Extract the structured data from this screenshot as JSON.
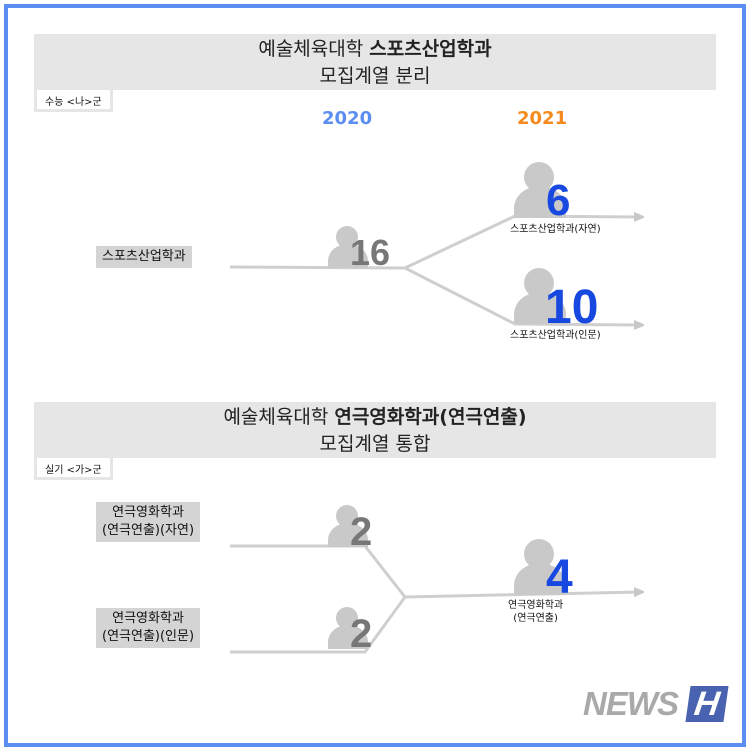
{
  "section1": {
    "title_prefix": "예술체육대학 ",
    "title_bold": "스포츠산업학과",
    "subtitle": "모집계열 분리",
    "tag": "수능 <나>군",
    "year_from": "2020",
    "year_to": "2021",
    "source_label": "스포츠산업학과",
    "source_count": "16",
    "targets": [
      {
        "count": "6",
        "label": "스포츠산업학과(자연)"
      },
      {
        "count": "10",
        "label": "스포츠산업학과(인문)"
      }
    ]
  },
  "section2": {
    "title_prefix": "예술체육대학 ",
    "title_bold": "연극영화학과(연극연출)",
    "subtitle": "모집계열 통합",
    "tag": "실기 <가>군",
    "sources": [
      {
        "line1": "연극영화학과",
        "line2": "(연극연출)(자연)",
        "count": "2"
      },
      {
        "line1": "연극영화학과",
        "line2": "(연극연출)(인문)",
        "count": "2"
      }
    ],
    "target": {
      "count": "4",
      "line1": "연극영화학과",
      "line2": "(연극연출)"
    }
  },
  "logo": {
    "text": "NEWS",
    "mark": "H"
  },
  "colors": {
    "border": "#5b8ef0",
    "year_from": "#5b8ef0",
    "year_to": "#f58a1f",
    "count_blue": "#1748e0",
    "count_gray": "#777777"
  }
}
